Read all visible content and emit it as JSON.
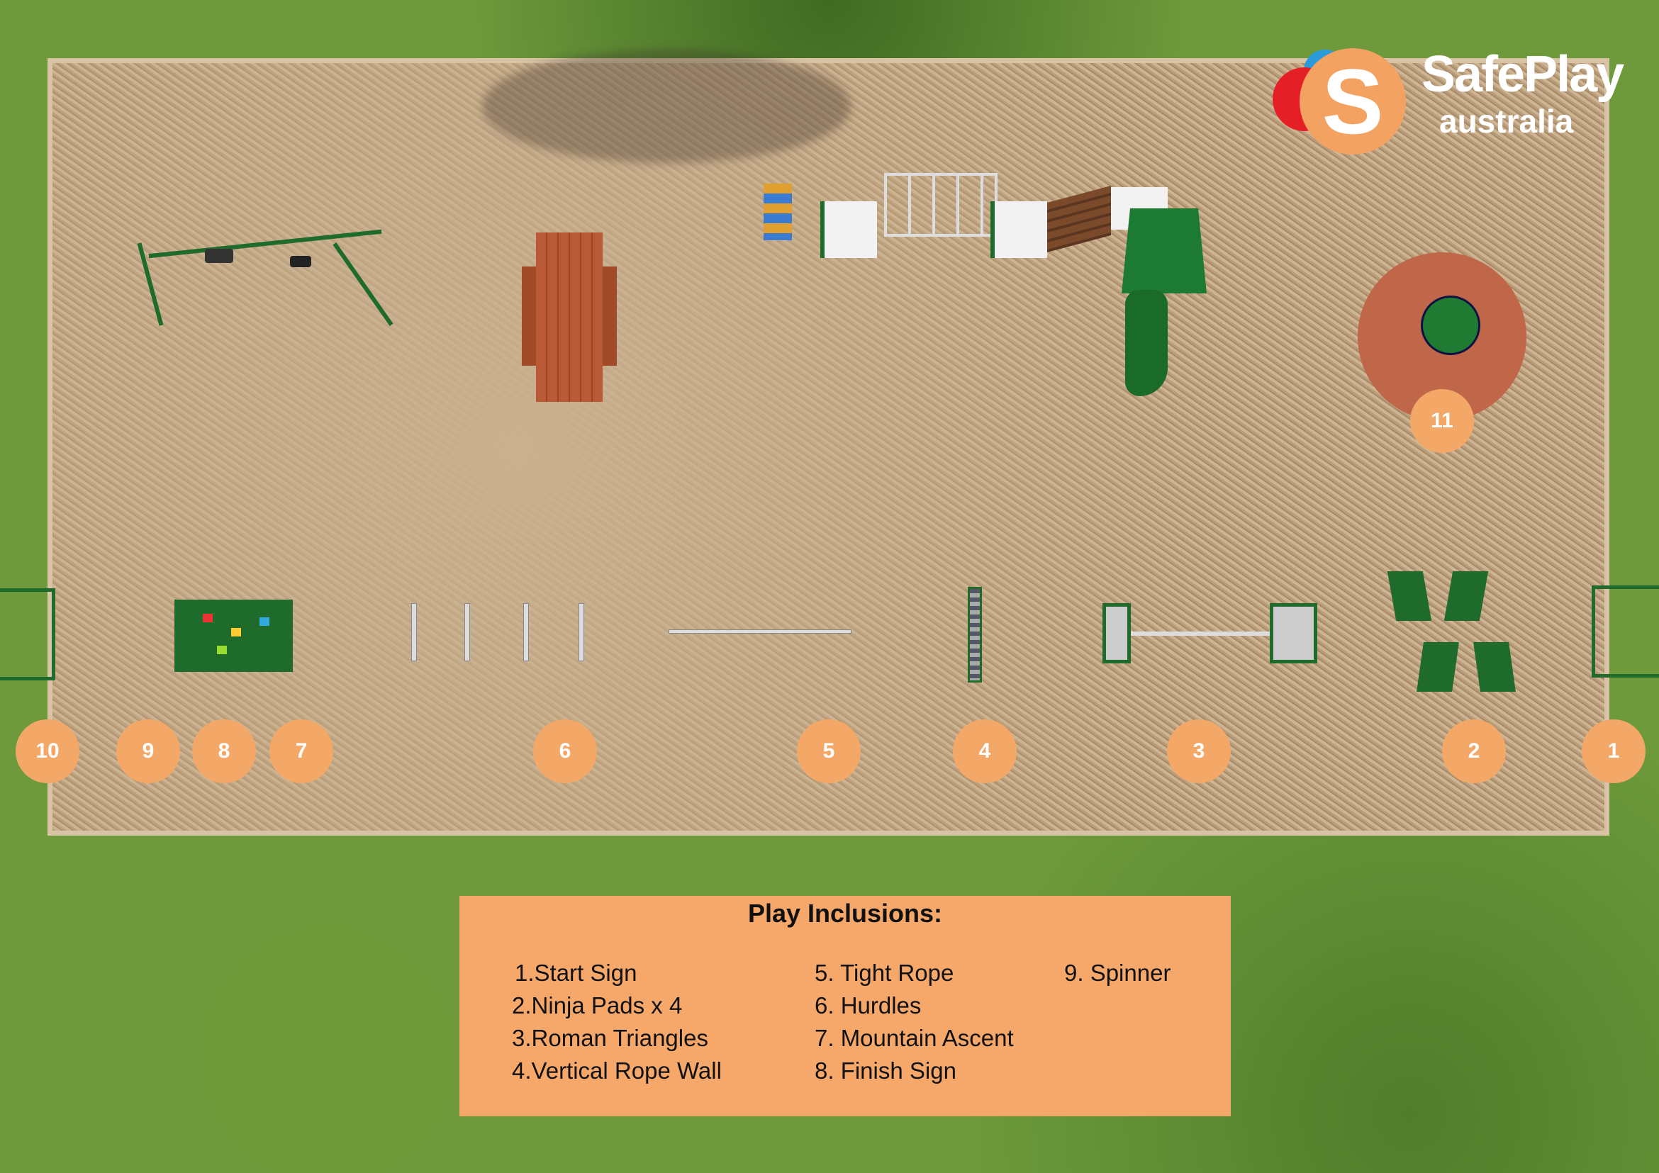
{
  "logo": {
    "brand": "SafePlay",
    "sub": "australia",
    "colors": {
      "orange": "#f4a261",
      "red": "#e41f26",
      "blue": "#2a9ad8"
    }
  },
  "markers": [
    "1",
    "2",
    "3",
    "4",
    "5",
    "6",
    "7",
    "8",
    "9",
    "10",
    "11"
  ],
  "legend": {
    "title": "Play Inclusions:",
    "items": [
      "1.Start Sign",
      "2.Ninja Pads x 4",
      "3.Roman Triangles",
      "4.Vertical Rope Wall",
      "5. Tight Rope",
      "6. Hurdles",
      "7. Mountain Ascent",
      "8. Finish Sign",
      "9. Spinner"
    ]
  }
}
